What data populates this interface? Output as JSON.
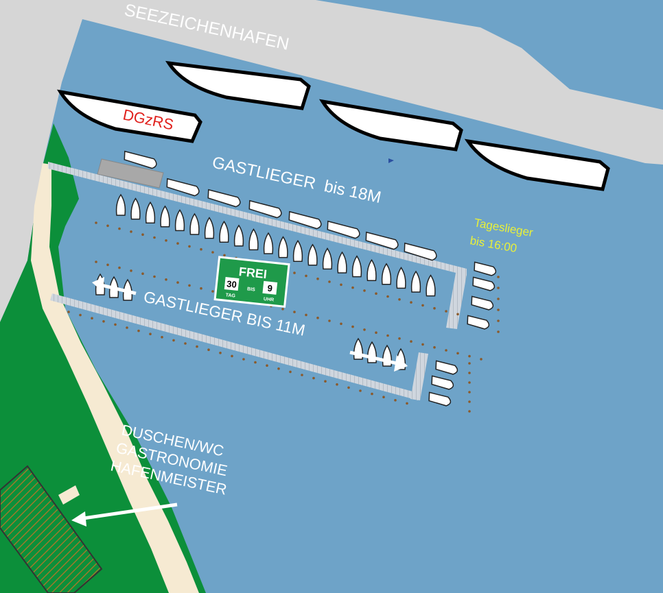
{
  "labels": {
    "seezeichenhafen": "SEEZEICHENHAFEN",
    "dgzrs": "DGzRS",
    "gastlieger_18": "GASTLIEGER  bis 18M",
    "gastlieger_11": "GASTLIEGER BIS 11M",
    "tageslieger_line1": "Tageslieger",
    "tageslieger_line2": "bis 16:00",
    "facilities_line1": "DUSCHEN/WC",
    "facilities_line2": "GASTRONOMIE",
    "facilities_line3": "HAFENMEISTER"
  },
  "sign": {
    "title": "FREI",
    "from_value": "30",
    "from_unit": "TAG",
    "middle": "BIS",
    "to_value": "9",
    "to_unit": "UHR"
  },
  "colors": {
    "water": "#6ea3c8",
    "land_grey": "#d6d6d6",
    "grass": "#0c8f3a",
    "path": "#f6ead2",
    "pier": "#cfd6de",
    "dots": "#8b5a2b",
    "sign_green": "#1f9a4a",
    "label_red": "#e0201c",
    "label_yellow": "#e8f03a"
  }
}
